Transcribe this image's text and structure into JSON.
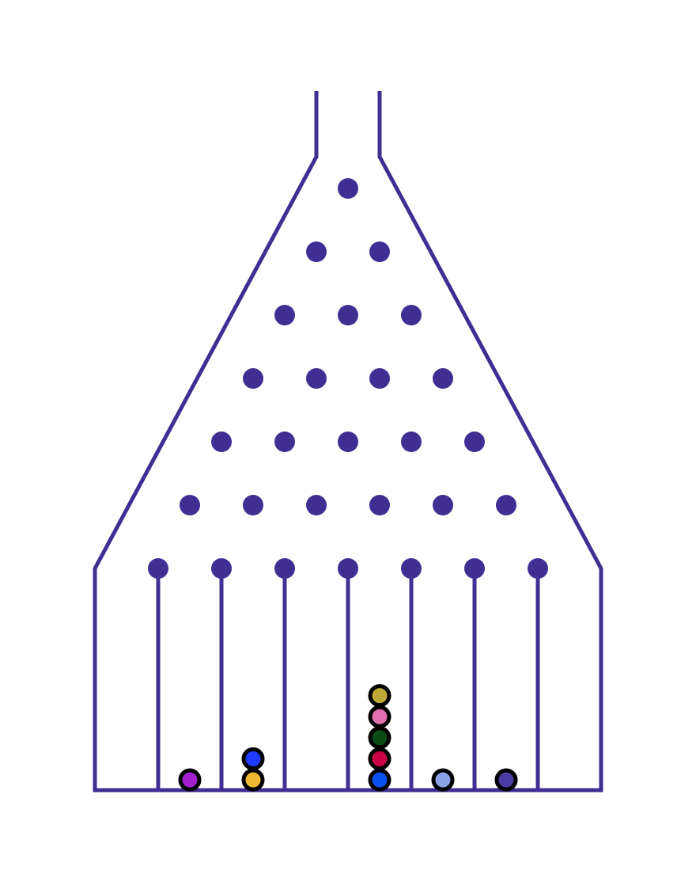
{
  "game": {
    "type": "galton-board",
    "rows": 7,
    "bins": 8,
    "colors": {
      "frame": "#412e92",
      "peg": "#412e92",
      "ball_outline": "#000000",
      "background": "#ffffff"
    },
    "bin_counts": [
      0,
      1,
      2,
      0,
      5,
      1,
      1,
      0
    ],
    "balls": [
      {
        "bin": 1,
        "level": 0,
        "color": "#a020d0"
      },
      {
        "bin": 2,
        "level": 0,
        "color": "#f0b830"
      },
      {
        "bin": 2,
        "level": 1,
        "color": "#1e3cff"
      },
      {
        "bin": 4,
        "level": 0,
        "color": "#0a50f0"
      },
      {
        "bin": 4,
        "level": 1,
        "color": "#cc0044"
      },
      {
        "bin": 4,
        "level": 2,
        "color": "#0a4a14"
      },
      {
        "bin": 4,
        "level": 3,
        "color": "#e070b0"
      },
      {
        "bin": 4,
        "level": 4,
        "color": "#c0a838"
      },
      {
        "bin": 5,
        "level": 0,
        "color": "#8aa0e8"
      },
      {
        "bin": 6,
        "level": 0,
        "color": "#4a3ca0"
      }
    ]
  }
}
